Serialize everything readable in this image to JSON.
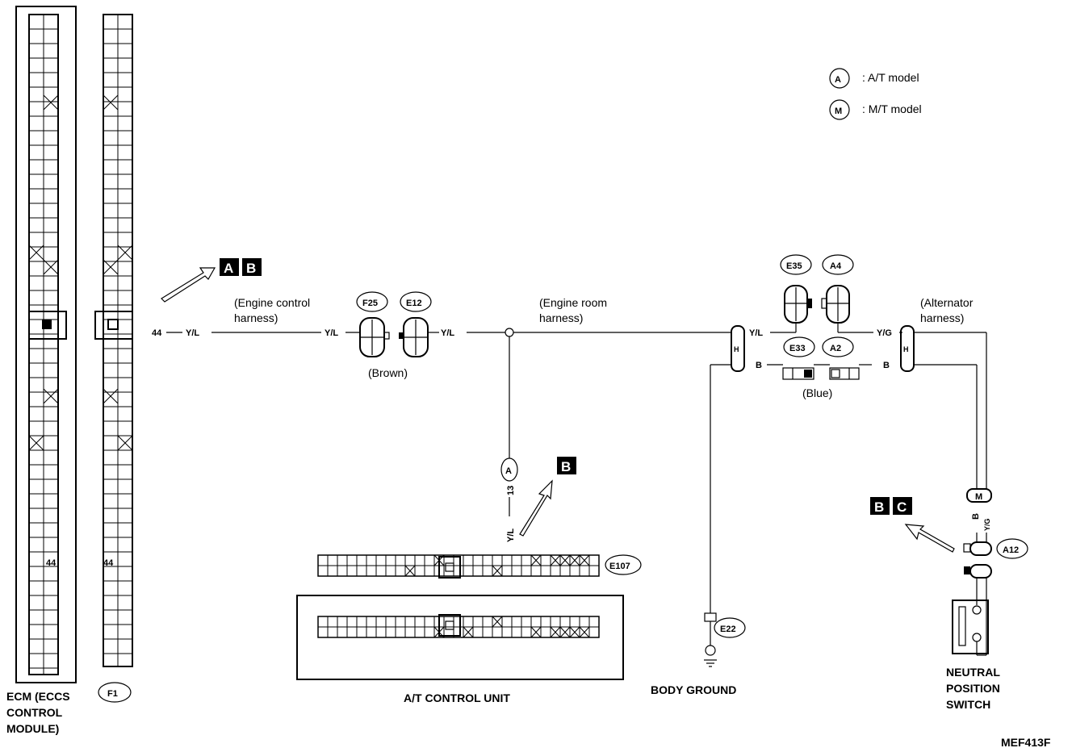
{
  "legend": {
    "at_symbol": "A",
    "at_label": ": A/T model",
    "mt_symbol": "M",
    "mt_label": ": M/T model"
  },
  "ecm": {
    "label_line1": "ECM (ECCS",
    "label_line2": "CONTROL",
    "label_line3": "MODULE)",
    "terminal": "44",
    "connector": "F1"
  },
  "wires": {
    "terminal_44": "44",
    "y_l": "Y/L",
    "y_g": "Y/G",
    "b": "B",
    "y_l_13": "13",
    "y_l_vertical": "Y/L"
  },
  "harness": {
    "engine_control": "(Engine control",
    "engine_control_2": "harness)",
    "engine_room": "(Engine room",
    "engine_room_2": "harness)",
    "alternator": "(Alternator",
    "alternator_2": "harness)"
  },
  "connectors": {
    "f25": "F25",
    "e12": "E12",
    "brown": "(Brown)",
    "e35": "E35",
    "a4": "A4",
    "e33": "E33",
    "a2": "A2",
    "blue": "(Blue)",
    "e107": "E107",
    "e22": "E22",
    "a12": "A12",
    "a_badge": "A",
    "m_badge": "M"
  },
  "callouts": {
    "ab_1": "A",
    "ab_2": "B",
    "b_only": "B",
    "bc_1": "B",
    "bc_2": "C"
  },
  "labels": {
    "at_control_unit": "A/T CONTROL UNIT",
    "body_ground": "BODY GROUND",
    "nps_1": "NEUTRAL",
    "nps_2": "POSITION",
    "nps_3": "SWITCH",
    "figure_code": "MEF413F"
  }
}
